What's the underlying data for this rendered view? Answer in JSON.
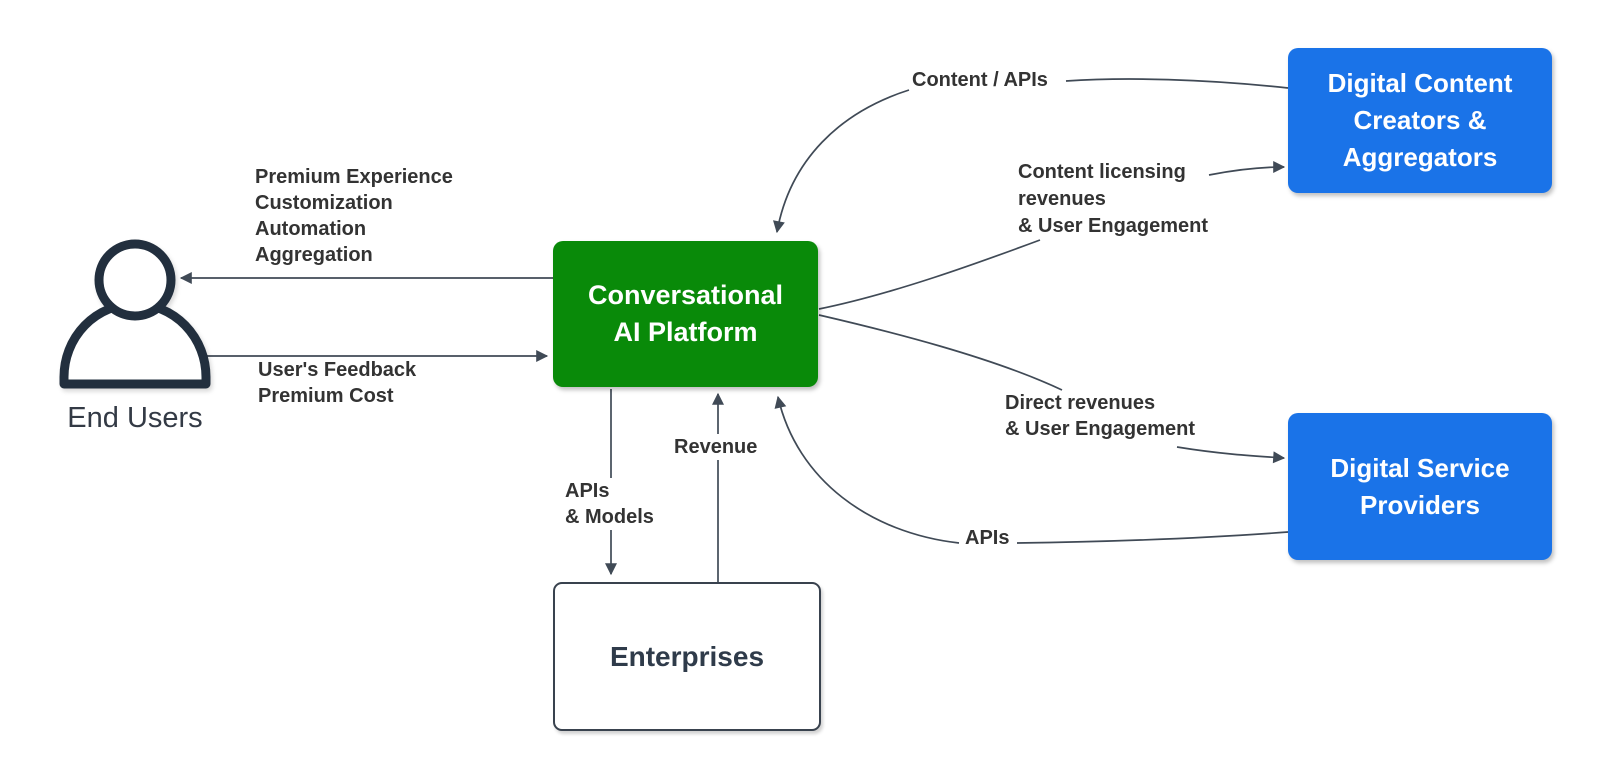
{
  "diagram": {
    "title_context": "Conversational AI Platform ecosystem diagram",
    "nodes": {
      "end_users": {
        "label": "End Users"
      },
      "platform": {
        "lines": [
          "Conversational",
          "AI Platform"
        ]
      },
      "content_creators": {
        "lines": [
          "Digital Content",
          "Creators &",
          "Aggregators"
        ]
      },
      "service_providers": {
        "lines": [
          "Digital Service",
          "Providers"
        ]
      },
      "enterprises": {
        "label": "Enterprises"
      }
    },
    "edge_labels": {
      "platform_to_users": {
        "lines": [
          "Premium Experience",
          "Customization",
          "Automation",
          "Aggregation"
        ]
      },
      "users_to_platform": {
        "lines": [
          "User's Feedback",
          "Premium Cost"
        ]
      },
      "content_apis": {
        "label": "Content / APIs"
      },
      "content_licensing": {
        "lines": [
          "Content licensing",
          "revenues",
          "& User Engagement"
        ]
      },
      "direct_revenues": {
        "lines": [
          "Direct revenues",
          "& User Engagement"
        ]
      },
      "apis_from_providers": {
        "label": "APIs"
      },
      "apis_models": {
        "lines": [
          "APIs",
          "& Models"
        ]
      },
      "revenue": {
        "label": "Revenue"
      }
    },
    "colors": {
      "platform_green": "#098a09",
      "partner_blue": "#1a73e8",
      "edge_stroke": "#404a56",
      "edge_label_text": "#333333",
      "dark_node_text": "#2f3b4a",
      "person_icon": "#222f3e",
      "background": "#ffffff"
    }
  }
}
